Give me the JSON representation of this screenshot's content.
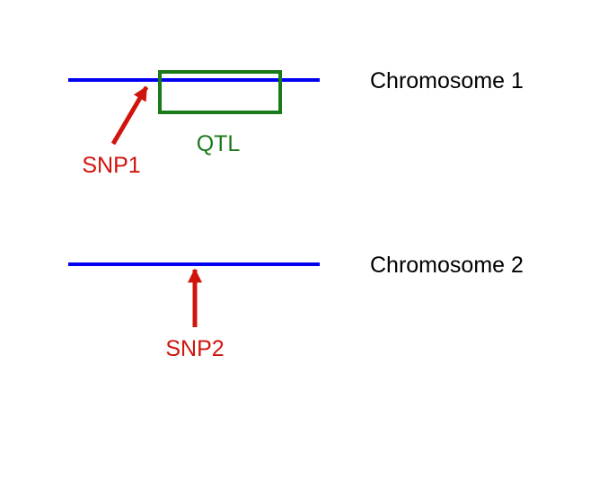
{
  "colors": {
    "chromosome": "#0000ee",
    "qtl": "#1a7a1a",
    "snp": "#d0140c",
    "text": "#000000"
  },
  "chromosomes": [
    {
      "label": "Chromosome 1"
    },
    {
      "label": "Chromosome 2"
    }
  ],
  "qtl": {
    "label": "QTL"
  },
  "snps": [
    {
      "label": "SNP1"
    },
    {
      "label": "SNP2"
    }
  ]
}
